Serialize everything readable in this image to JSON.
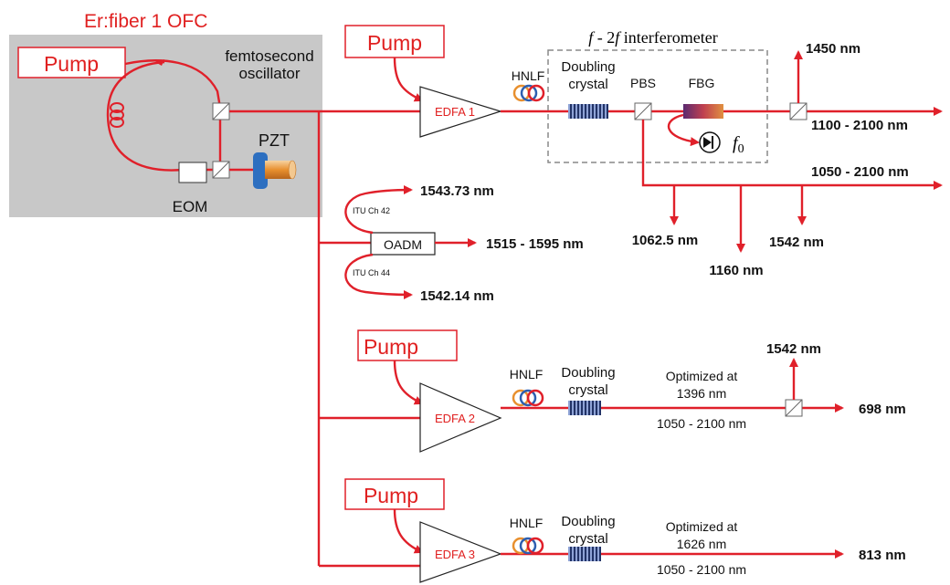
{
  "title": "Er:fiber 1 OFC",
  "oscillator": {
    "pump": "Pump",
    "label_line1": "femtosecond",
    "label_line2": "oscillator",
    "pzt": "PZT",
    "eom": "EOM"
  },
  "branch1": {
    "pump": "Pump",
    "amp": "EDFA 1",
    "hnlf": "HNLF",
    "crystal_line1": "Doubling",
    "crystal_line2": "crystal",
    "interferometer_f": "f",
    "interferometer_mid": " - 2",
    "interferometer_f2": "f",
    "interferometer_rest": " interferometer",
    "pbs": "PBS",
    "fbg": "FBG",
    "f0_f": "f",
    "f0_sub": "0",
    "out_1450": "1450 nm",
    "out_1100": "1100 - 2100 nm",
    "out_1050": "1050 - 2100 nm",
    "out_1062": "1062.5 nm",
    "out_1160": "1160 nm",
    "out_1542": "1542 nm"
  },
  "oadm": {
    "label": "OADM",
    "ch42": "ITU Ch 42",
    "ch44": "ITU Ch 44",
    "out_top": "1543.73 nm",
    "out_mid": "1515 - 1595 nm",
    "out_bot": "1542.14 nm"
  },
  "branch2": {
    "pump": "Pump",
    "amp": "EDFA 2",
    "hnlf": "HNLF",
    "crystal_line1": "Doubling",
    "crystal_line2": "crystal",
    "opt_line1": "Optimized at",
    "opt_line2": "1396 nm",
    "range": "1050 - 2100 nm",
    "out_up": "1542 nm",
    "out": "698 nm"
  },
  "branch3": {
    "pump": "Pump",
    "amp": "EDFA 3",
    "hnlf": "HNLF",
    "crystal_line1": "Doubling",
    "crystal_line2": "crystal",
    "opt_line1": "Optimized at",
    "opt_line2": "1626 nm",
    "range": "1050 - 2100 nm",
    "out": "813 nm"
  },
  "colors": {
    "beam": "#e0202a",
    "oscillator_bg": "#c8c8c8",
    "pzt_blue": "#2d6fc0",
    "pzt_orange": "#f0a050"
  }
}
